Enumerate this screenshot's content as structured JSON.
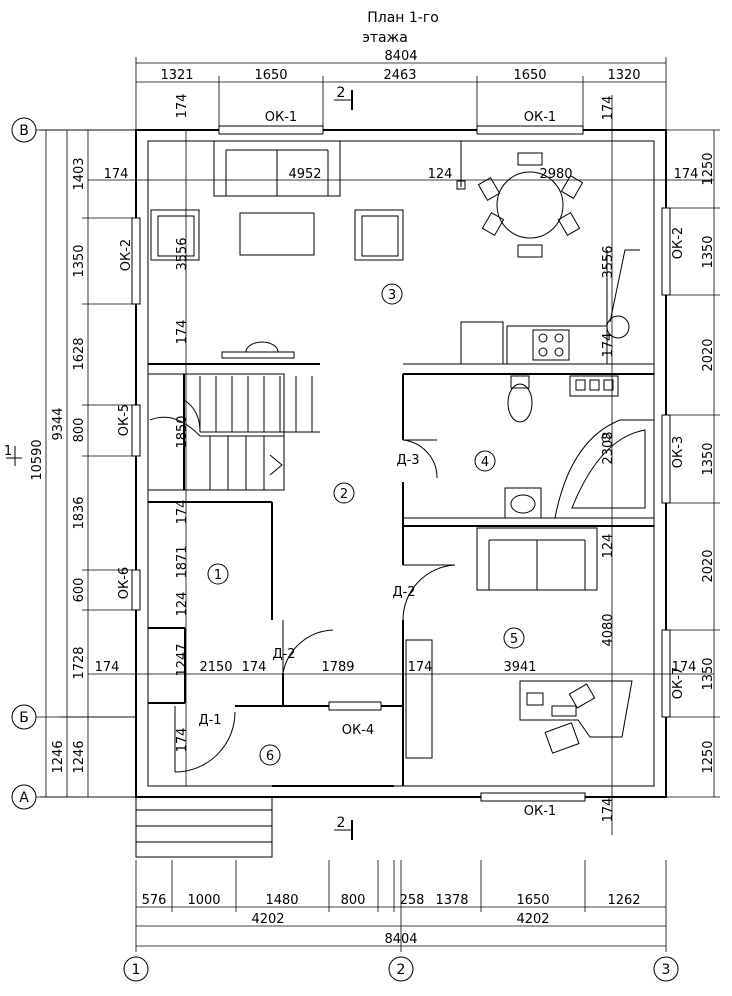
{
  "title": {
    "line1": "План 1-го",
    "line2": "этажа"
  },
  "axes": {
    "col1": "1",
    "col2": "2",
    "col3": "3",
    "rowV": "В",
    "rowB": "Б",
    "rowA": "А"
  },
  "rooms": {
    "r1": "1",
    "r2": "2",
    "r3": "3",
    "r4": "4",
    "r5": "5",
    "r6": "6"
  },
  "windows": {
    "ok1_top_left": "ОК-1",
    "ok1_top_right": "ОК-1",
    "ok1_bottom": "ОК-1",
    "ok2_left": "ОК-2",
    "ok2_right": "ОК-2",
    "ok3": "ОК-3",
    "ok4": "ОК-4",
    "ok5": "ОК-5",
    "ok6": "ОК-6",
    "ok7": "ОК-7"
  },
  "doors": {
    "d1": "Д-1",
    "d2a": "Д-2",
    "d2b": "Д-2",
    "d3": "Д-3"
  },
  "section": {
    "top": "2",
    "bottom": "2"
  },
  "section_mark": "1",
  "dims_top": {
    "total": "8404",
    "segments": [
      "1321",
      "1650",
      "2463",
      "1650",
      "1320"
    ]
  },
  "dims_bottom": {
    "segments": [
      "576",
      "1000",
      "1480",
      "800",
      "258",
      "1378",
      "1650",
      "1262"
    ],
    "half_left": "4202",
    "half_right": "4202",
    "total": "8404"
  },
  "dims_left": {
    "segments": [
      "1403",
      "1350",
      "1628",
      "800",
      "1836",
      "600",
      "1728",
      "1246"
    ],
    "sub": "1246",
    "mid": "9344",
    "total": "10590"
  },
  "dims_right": {
    "segments": [
      "1250",
      "1350",
      "2020",
      "1350",
      "2020",
      "1350",
      "1250"
    ]
  },
  "dims_inner": {
    "row1_left": "174",
    "row1_mid": "4952",
    "row1_a": "124",
    "row1_b": "2980",
    "row1_right": "174",
    "row2_left": "174",
    "row2_a": "2150",
    "row2_b": "174",
    "row2_c": "1789",
    "row2_d": "174",
    "row2_e": "3941",
    "row2_right": "174",
    "v_3556_left": "3556",
    "v_174_top": "174",
    "v_174_mid": "174",
    "v_1850": "1850",
    "v_174_a": "174",
    "v_1871": "1871",
    "v_124": "124",
    "v_1247": "1247",
    "v_174_b": "174",
    "v_3556_right": "3556",
    "v_174_r1": "174",
    "v_2308": "2308",
    "v_124_r": "124",
    "v_4080": "4080",
    "v_174_r2": "174",
    "v_174_r3": "174"
  }
}
